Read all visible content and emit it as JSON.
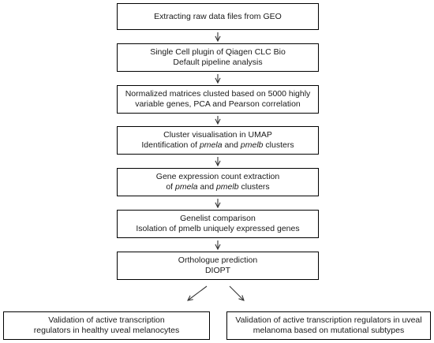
{
  "steps": [
    {
      "lines": [
        {
          "segments": [
            {
              "text": "Extracting raw data files from GEO"
            }
          ]
        }
      ]
    },
    {
      "lines": [
        {
          "segments": [
            {
              "text": "Single Cell plugin of Qiagen CLC Bio"
            }
          ]
        },
        {
          "segments": [
            {
              "text": "Default pipeline analysis"
            }
          ]
        }
      ]
    },
    {
      "lines": [
        {
          "segments": [
            {
              "text": "Normalized matrices clusted based on 5000 highly"
            }
          ]
        },
        {
          "segments": [
            {
              "text": "variable genes, PCA and Pearson correlation"
            }
          ]
        }
      ]
    },
    {
      "lines": [
        {
          "segments": [
            {
              "text": "Cluster visualisation in UMAP"
            }
          ]
        },
        {
          "segments": [
            {
              "text": "Identification of "
            },
            {
              "text": "pmela",
              "italic": true
            },
            {
              "text": " and "
            },
            {
              "text": "pmelb",
              "italic": true
            },
            {
              "text": " clusters"
            }
          ]
        }
      ]
    },
    {
      "lines": [
        {
          "segments": [
            {
              "text": "Gene expression count extraction"
            }
          ]
        },
        {
          "segments": [
            {
              "text": "of "
            },
            {
              "text": "pmela",
              "italic": true
            },
            {
              "text": " and "
            },
            {
              "text": "pmelb",
              "italic": true
            },
            {
              "text": " clusters"
            }
          ]
        }
      ]
    },
    {
      "lines": [
        {
          "segments": [
            {
              "text": "Genelist comparison"
            }
          ]
        },
        {
          "segments": [
            {
              "text": "Isolation of pmelb uniquely expressed genes"
            }
          ]
        }
      ]
    },
    {
      "lines": [
        {
          "segments": [
            {
              "text": "Orthologue prediction"
            }
          ]
        },
        {
          "segments": [
            {
              "text": "DIOPT"
            }
          ]
        }
      ]
    }
  ],
  "outputs": [
    {
      "lines": [
        {
          "segments": [
            {
              "text": "Validation of active transcription"
            }
          ]
        },
        {
          "segments": [
            {
              "text": "regulators in healthy uveal melanocytes"
            }
          ]
        }
      ]
    },
    {
      "lines": [
        {
          "segments": [
            {
              "text": "Validation of active transcription regulators in uveal"
            }
          ]
        },
        {
          "segments": [
            {
              "text": "melanoma based on mutational subtypes"
            }
          ]
        }
      ]
    }
  ],
  "colors": {
    "border": "#000000",
    "text": "#1a1a1a",
    "arrow": "#333333"
  }
}
